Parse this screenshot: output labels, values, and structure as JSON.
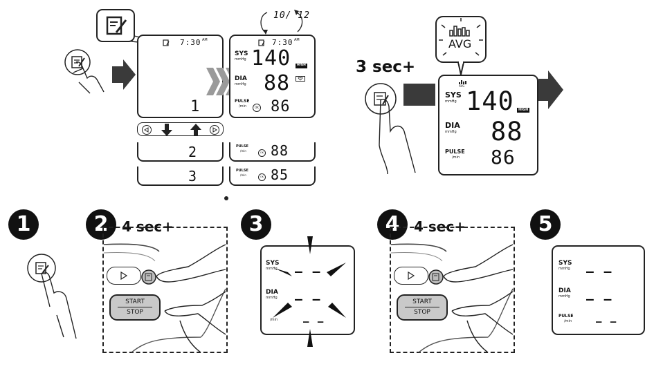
{
  "top_left": {
    "time_display": "7:30",
    "am_label": "AM",
    "screen1_index": "1",
    "detail_sys_label": "SYS",
    "detail_sys_unit": "mmHg",
    "detail_sys_value": "140",
    "detail_high_badge": "HIGH",
    "detail_dia_label": "DIA",
    "detail_dia_unit": "mmHg",
    "detail_dia_value": "88",
    "detail_pulse_label": "PULSE",
    "detail_pulse_unit": "/min",
    "detail_pulse_value": "86",
    "date_display": "10/ 12",
    "ok_label": "OK",
    "rows": [
      {
        "index": "2",
        "pulse_label": "PULSE",
        "pulse_unit": "/min",
        "ok_label": "OK",
        "value": "88"
      },
      {
        "index": "3",
        "pulse_label": "PULSE",
        "pulse_unit": "/min",
        "ok_label": "OK",
        "value": "85"
      }
    ]
  },
  "top_right": {
    "hold_label": "3 sec+",
    "avg_label": "AVG",
    "avg_small_label": "AVG",
    "sys_label": "SYS",
    "sys_unit": "mmHg",
    "sys_value": "140",
    "high_badge": "HIGH",
    "dia_label": "DIA",
    "dia_unit": "mmHg",
    "dia_value": "88",
    "pulse_label": "PULSE",
    "pulse_unit": "/min",
    "pulse_value": "86"
  },
  "steps": [
    {
      "number": "1"
    },
    {
      "number": "2",
      "hold_label": "4 sec+",
      "start_label": "START",
      "stop_label": "STOP"
    },
    {
      "number": "3",
      "sys_label": "SYS",
      "sys_unit": "mmHg",
      "dia_label": "DIA",
      "dia_unit": "mmHg",
      "pulse_unit": "/min",
      "dash_value": "– –"
    },
    {
      "number": "4",
      "hold_label": "4 sec+",
      "start_label": "START",
      "stop_label": "STOP"
    },
    {
      "number": "5",
      "sys_label": "SYS",
      "sys_unit": "mmHg",
      "dia_label": "DIA",
      "dia_unit": "mmHg",
      "pulse_label": "PULSE",
      "pulse_unit": "/min",
      "dash_value": "– –"
    }
  ],
  "icons": [
    "memory-button-icon",
    "hand-pointer-icon",
    "arrow-right-icon",
    "arrow-down-icon",
    "arrow-up-icon",
    "triangle-left-icon",
    "triangle-right-icon",
    "avg-bars-icon",
    "ok-icon",
    "heart-icon",
    "blink-ray-icon"
  ],
  "colors": {
    "ink": "#111111",
    "button_gray": "#c9c9c9",
    "chevron_gray": "#9a9a9a",
    "arrow_dark": "#3a3a3a"
  }
}
